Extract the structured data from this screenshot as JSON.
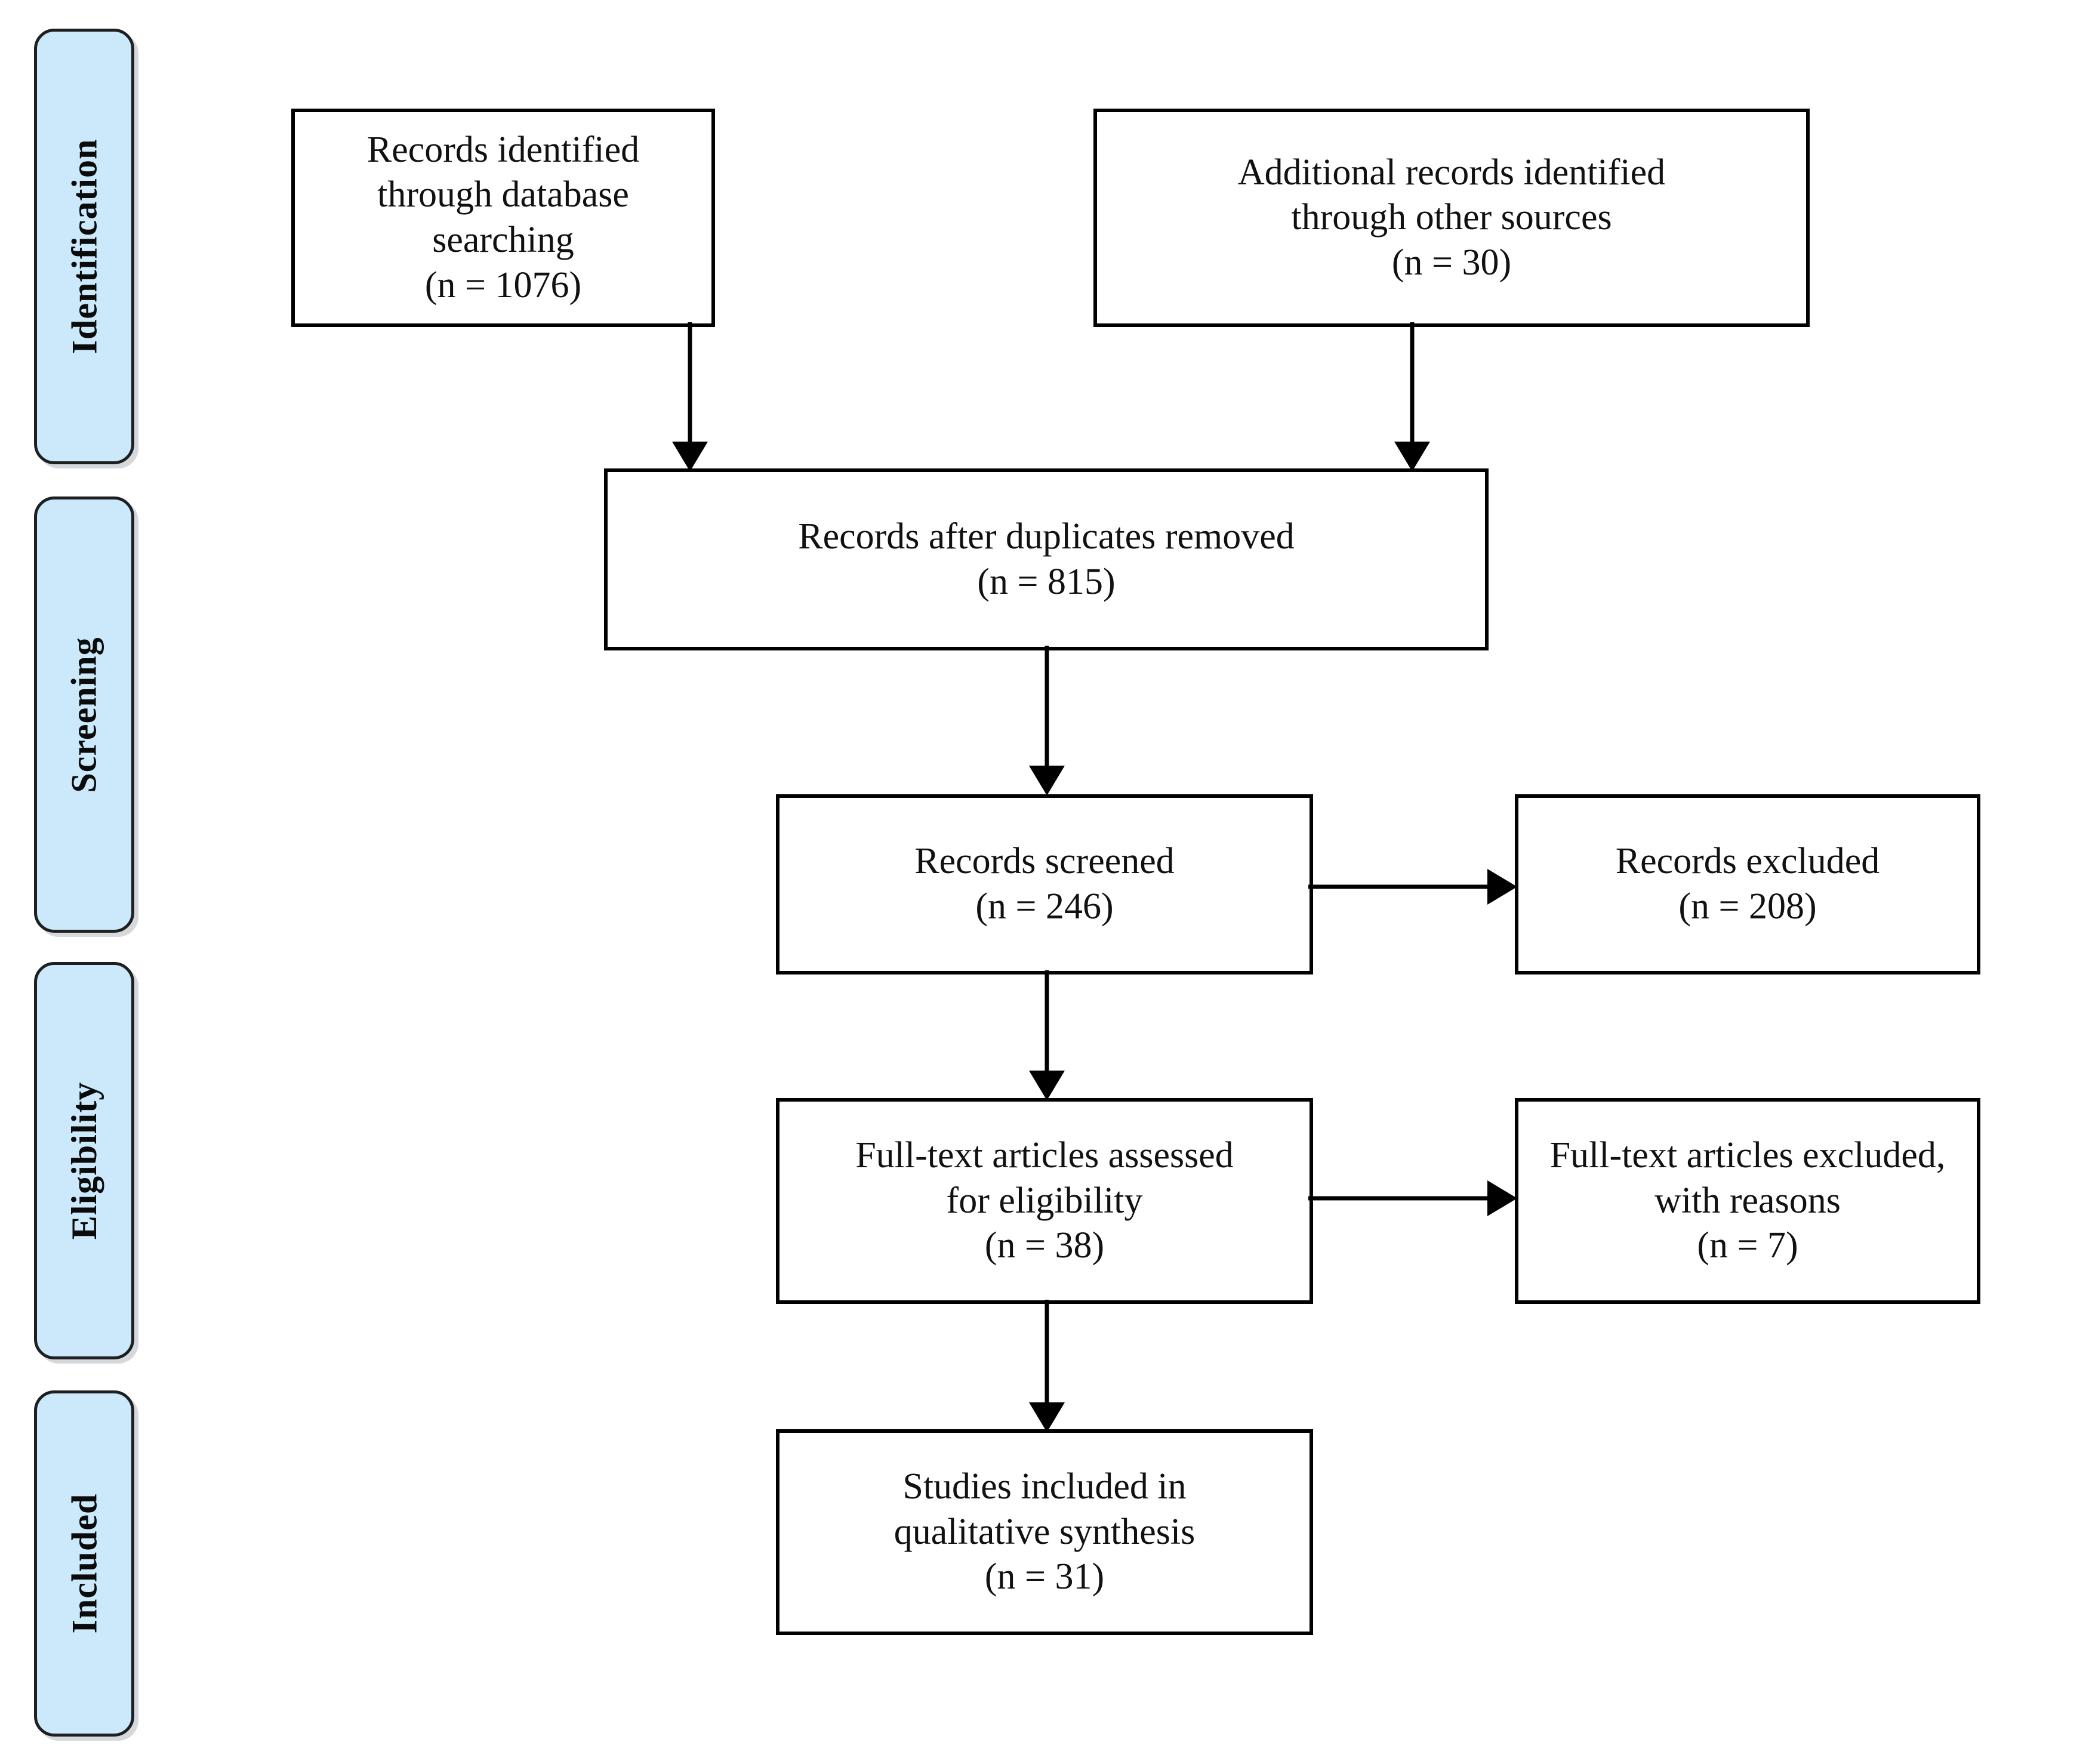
{
  "figure": {
    "type": "prisma-flow-diagram",
    "background_color": "#ffffff",
    "accent_color": "#cbe9fb",
    "line_color": "#000000"
  },
  "phases": [
    {
      "id": "identification",
      "label": "Identification"
    },
    {
      "id": "screening",
      "label": "Screening"
    },
    {
      "id": "eligibility",
      "label": "Eligibility"
    },
    {
      "id": "included",
      "label": "Included"
    }
  ],
  "nodes": [
    {
      "id": "records-identified-database",
      "text": "Records identified through database\nsearching\n(n = 1076)",
      "count": 1076
    },
    {
      "id": "additional-records-other-sources",
      "text": "Additional records identified\nthrough other sources\n(n = 30)",
      "count": 30
    },
    {
      "id": "records-after-duplicates-removed",
      "text": "Records after duplicates removed\n(n = 815)",
      "count": 815
    },
    {
      "id": "records-screened",
      "text": "Records screened\n(n = 246)",
      "count": 246
    },
    {
      "id": "records-excluded",
      "text": "Records excluded\n(n = 208)",
      "count": 208
    },
    {
      "id": "fulltext-assessed",
      "text": "Full-text articles assessed\nfor eligibility\n(n = 38)",
      "count": 38
    },
    {
      "id": "fulltext-excluded",
      "text": "Full-text articles excluded,\nwith reasons\n(n = 7)",
      "count": 7
    },
    {
      "id": "studies-included",
      "text": "Studies included in\nqualitative synthesis\n(n = 31)",
      "count": 31
    }
  ],
  "connectors": [
    {
      "id": "db-to-dedup",
      "from": "records-identified-database",
      "to": "records-after-duplicates-removed",
      "direction": "down"
    },
    {
      "id": "other-to-dedup",
      "from": "additional-records-other-sources",
      "to": "records-after-duplicates-removed",
      "direction": "down"
    },
    {
      "id": "dedup-to-screened",
      "from": "records-after-duplicates-removed",
      "to": "records-screened",
      "direction": "down"
    },
    {
      "id": "screened-to-excluded",
      "from": "records-screened",
      "to": "records-excluded",
      "direction": "right"
    },
    {
      "id": "screened-to-fulltext",
      "from": "records-screened",
      "to": "fulltext-assessed",
      "direction": "down"
    },
    {
      "id": "fulltext-to-excluded",
      "from": "fulltext-assessed",
      "to": "fulltext-excluded",
      "direction": "right"
    },
    {
      "id": "fulltext-to-included",
      "from": "fulltext-assessed",
      "to": "studies-included",
      "direction": "down"
    }
  ]
}
